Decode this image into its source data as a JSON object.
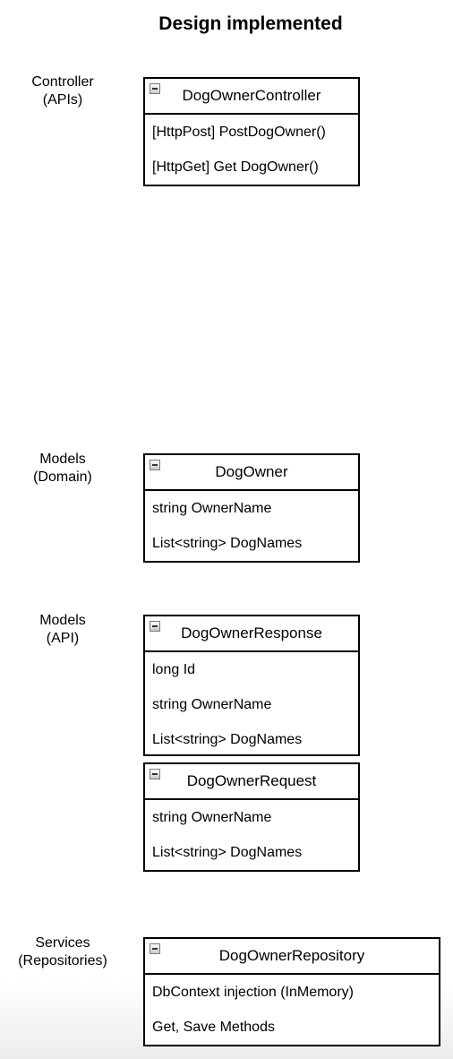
{
  "title": "Design implemented",
  "layers": [
    {
      "line1": "Controller",
      "line2": "(APIs)"
    },
    {
      "line1": "Models",
      "line2": "(Domain)"
    },
    {
      "line1": "Models",
      "line2": "(API)"
    },
    {
      "line1": "Services",
      "line2": "(Repositories)"
    }
  ],
  "classes": [
    {
      "name": "DogOwnerController",
      "members": [
        "[HttpPost] PostDogOwner()",
        "[HttpGet] Get DogOwner()"
      ]
    },
    {
      "name": "DogOwner",
      "members": [
        "string OwnerName",
        "List<string> DogNames"
      ]
    },
    {
      "name": "DogOwnerResponse",
      "members": [
        "long Id",
        "string OwnerName",
        "List<string> DogNames"
      ]
    },
    {
      "name": "DogOwnerRequest",
      "members": [
        "string OwnerName",
        "List<string> DogNames"
      ]
    },
    {
      "name": "DogOwnerRepository",
      "members": [
        "DbContext injection (InMemory)",
        "Get, Save Methods"
      ]
    }
  ]
}
